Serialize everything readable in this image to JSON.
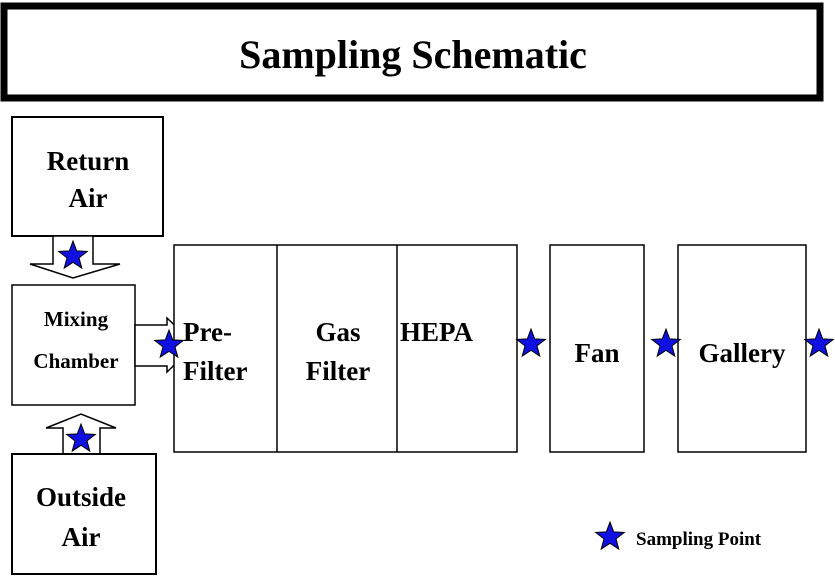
{
  "title": "Sampling Schematic",
  "boxes": {
    "return_air": [
      "Return",
      "Air"
    ],
    "mixing_chamber": [
      "Mixing",
      "Chamber"
    ],
    "outside_air": [
      "Outside",
      "Air"
    ],
    "prefilter": [
      "Pre-",
      "Filter"
    ],
    "gas_filter": [
      "Gas",
      "Filter"
    ],
    "hepa": [
      "HEPA"
    ],
    "fan": [
      "Fan"
    ],
    "gallery": [
      "Gallery"
    ]
  },
  "legend": {
    "label": "Sampling Point",
    "icon": "star-icon"
  },
  "colors": {
    "star_fill": "#1010e0",
    "star_stroke": "#000000",
    "line": "#000000"
  }
}
